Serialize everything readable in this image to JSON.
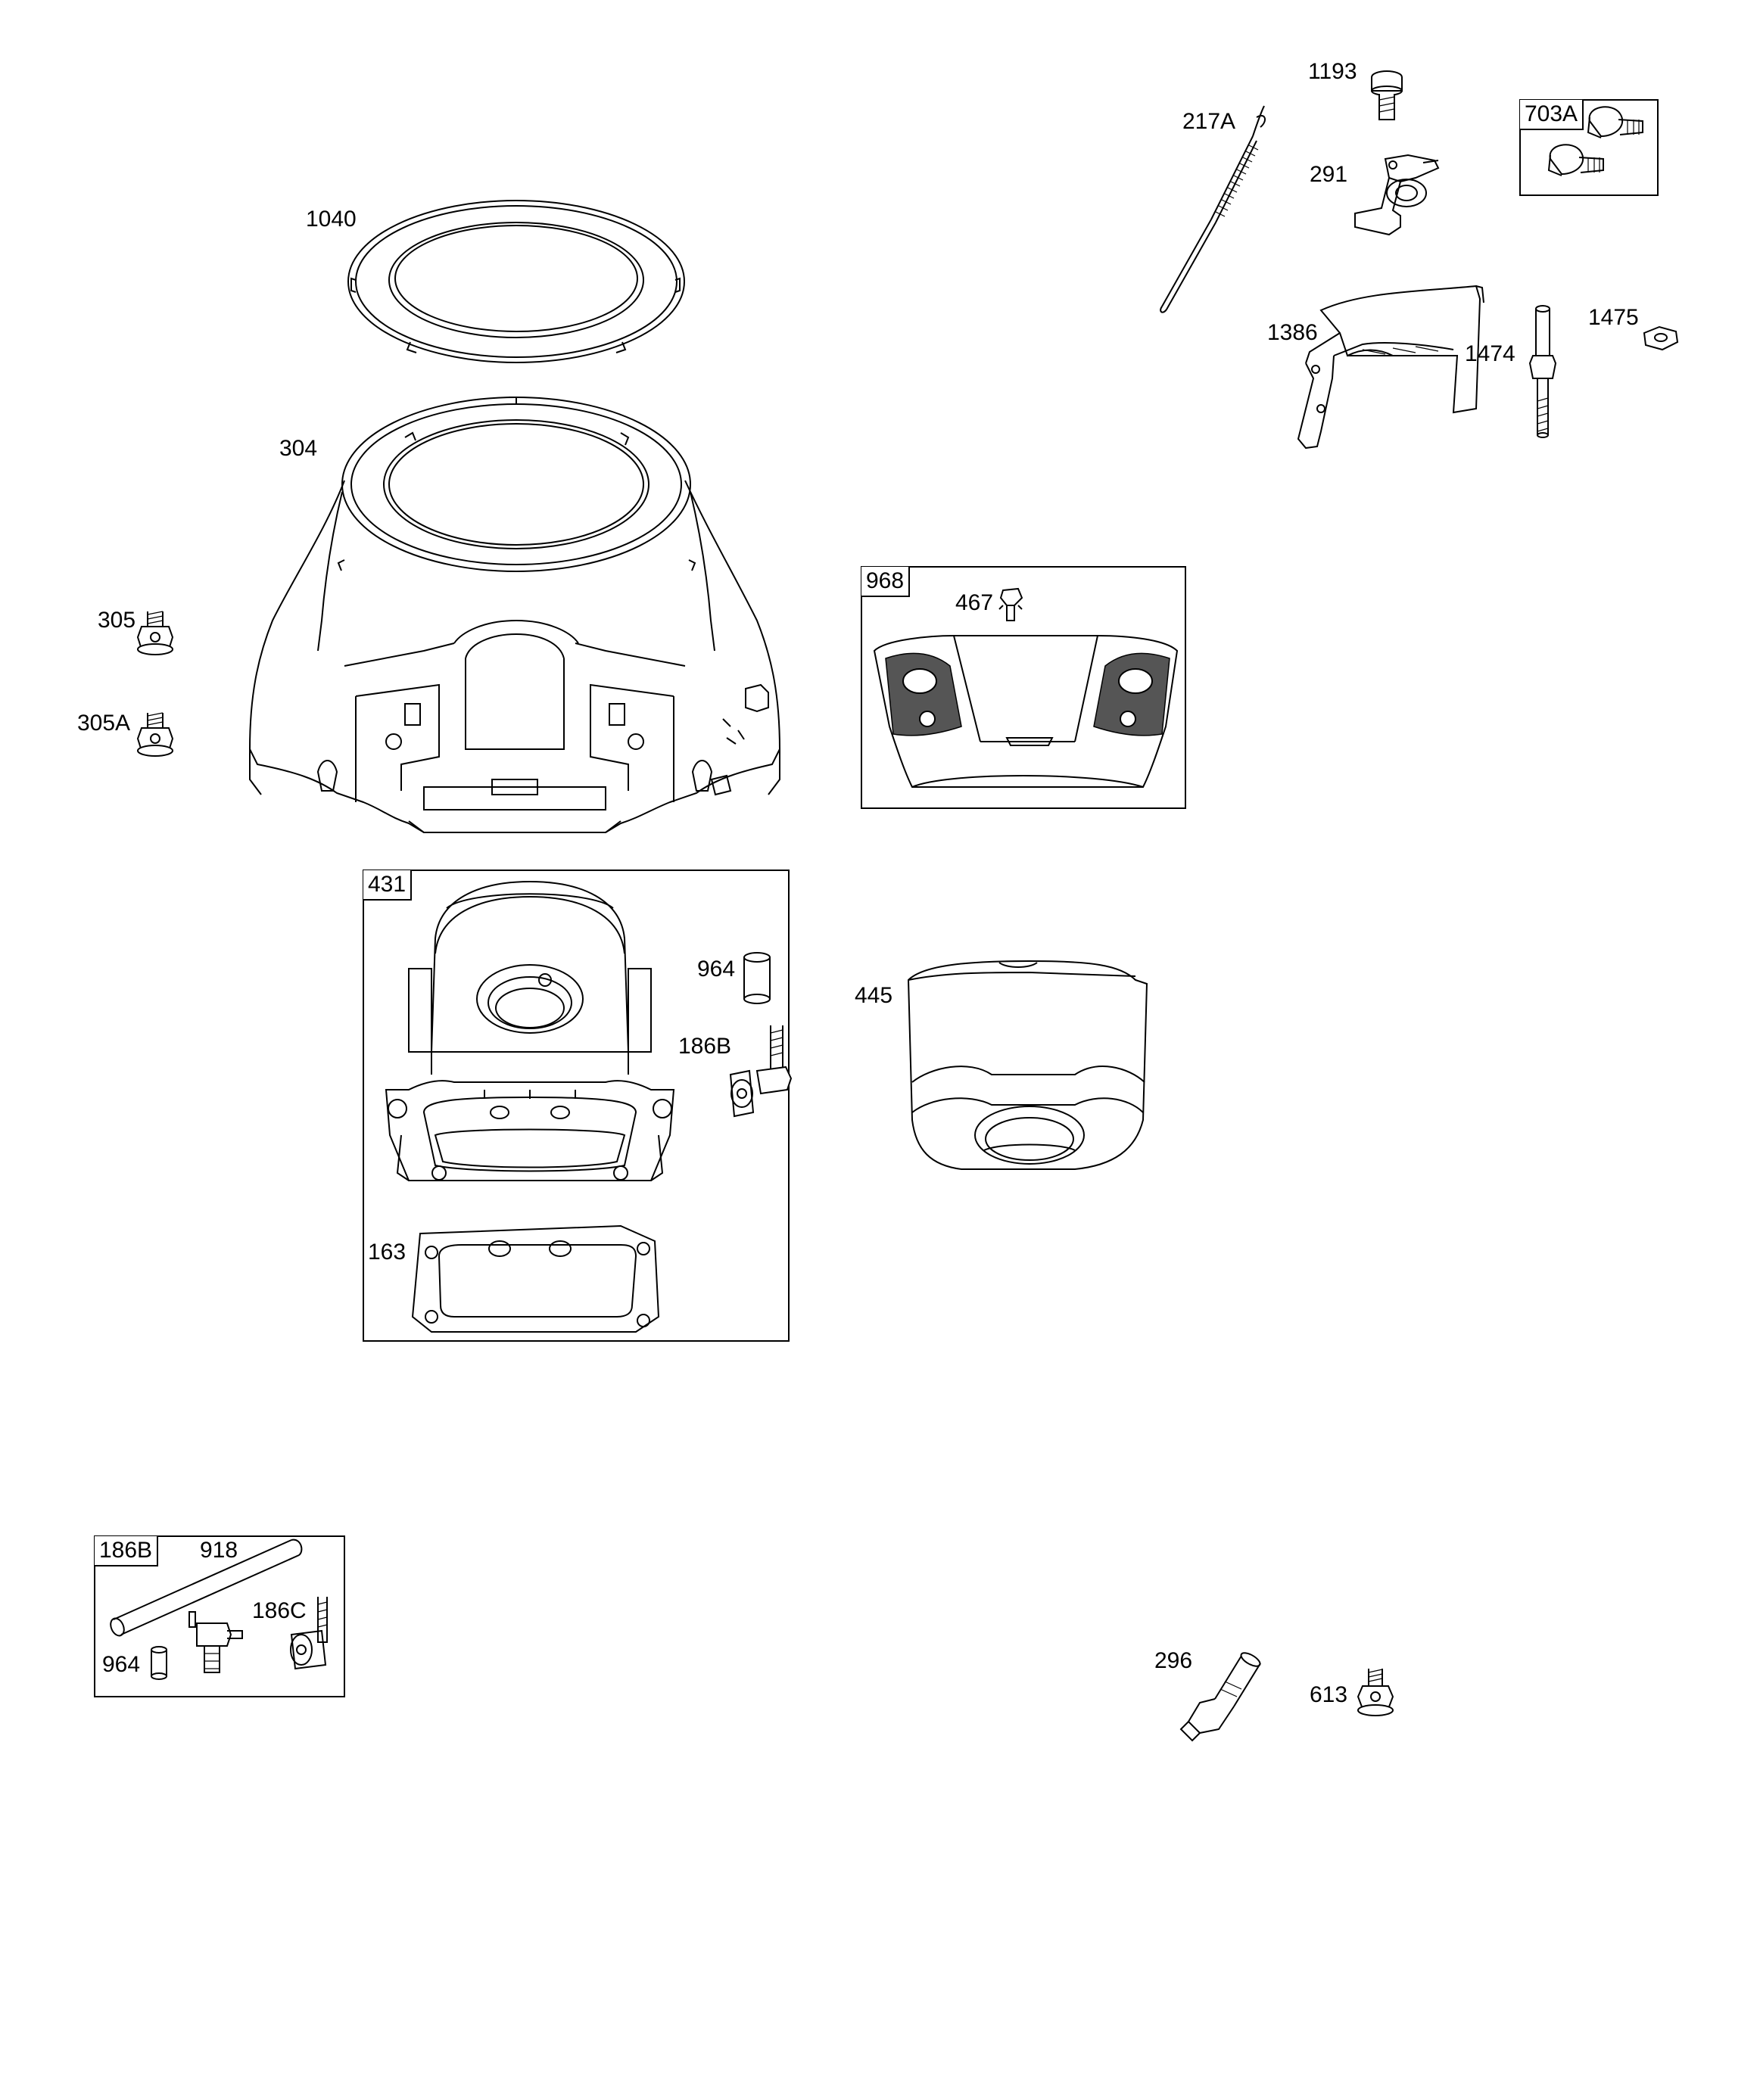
{
  "labels": {
    "p1193": "1193",
    "p217A": "217A",
    "p703A": "703A",
    "p291": "291",
    "p1040": "1040",
    "p1386": "1386",
    "p1475": "1475",
    "p1474": "1474",
    "p304": "304",
    "p968": "968",
    "p467": "467",
    "p305": "305",
    "p305A": "305A",
    "p431": "431",
    "p964a": "964",
    "p186Ba": "186B",
    "p445": "445",
    "p163": "163",
    "p186Bb": "186B",
    "p918": "918",
    "p186C": "186C",
    "p964b": "964",
    "p296": "296",
    "p613": "613"
  }
}
